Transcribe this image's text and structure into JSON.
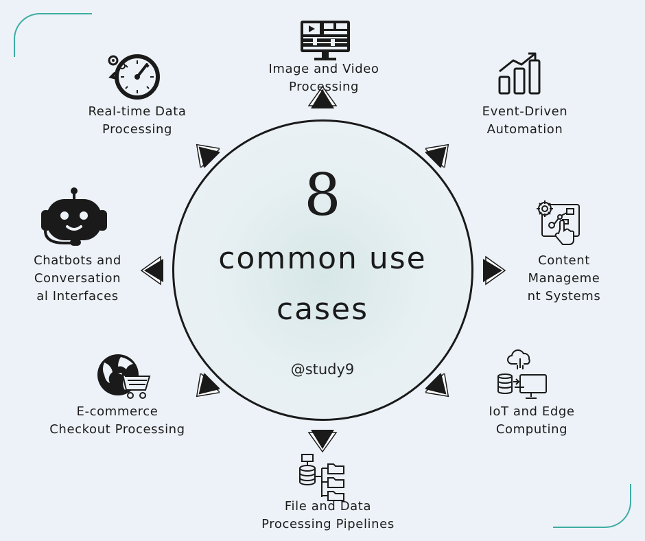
{
  "center": {
    "number": "8",
    "title_line1": "common use",
    "title_line2": "cases",
    "handle": "@study9"
  },
  "use_cases": [
    {
      "id": "image-video",
      "line1": "Image and Video",
      "line2": "Processing",
      "icon": "video-editing-monitor-icon"
    },
    {
      "id": "event-driven",
      "line1": "Event-Driven",
      "line2": "Automation",
      "icon": "growth-chart-icon"
    },
    {
      "id": "cms",
      "line1": "Content",
      "line2": "Manageme",
      "line3": "nt Systems",
      "icon": "gear-touch-panel-icon"
    },
    {
      "id": "iot-edge",
      "line1": "IoT and Edge",
      "line2": "Computing",
      "icon": "cloud-server-monitor-icon"
    },
    {
      "id": "file-data",
      "line1": "File and Data",
      "line2": "Processing Pipelines",
      "icon": "database-folders-icon"
    },
    {
      "id": "ecommerce",
      "line1": "E-commerce",
      "line2": "Checkout Processing",
      "icon": "globe-cart-icon"
    },
    {
      "id": "chatbots",
      "line1": "Chatbots and",
      "line2": "Conversation",
      "line3": "al Interfaces",
      "icon": "robot-headset-icon"
    },
    {
      "id": "realtime",
      "line1": "Real-time Data",
      "line2": "Processing",
      "icon": "speedometer-icon"
    }
  ],
  "colors": {
    "background": "#edf2f8",
    "accent": "#3cada2",
    "ink": "#1a1a1a"
  }
}
